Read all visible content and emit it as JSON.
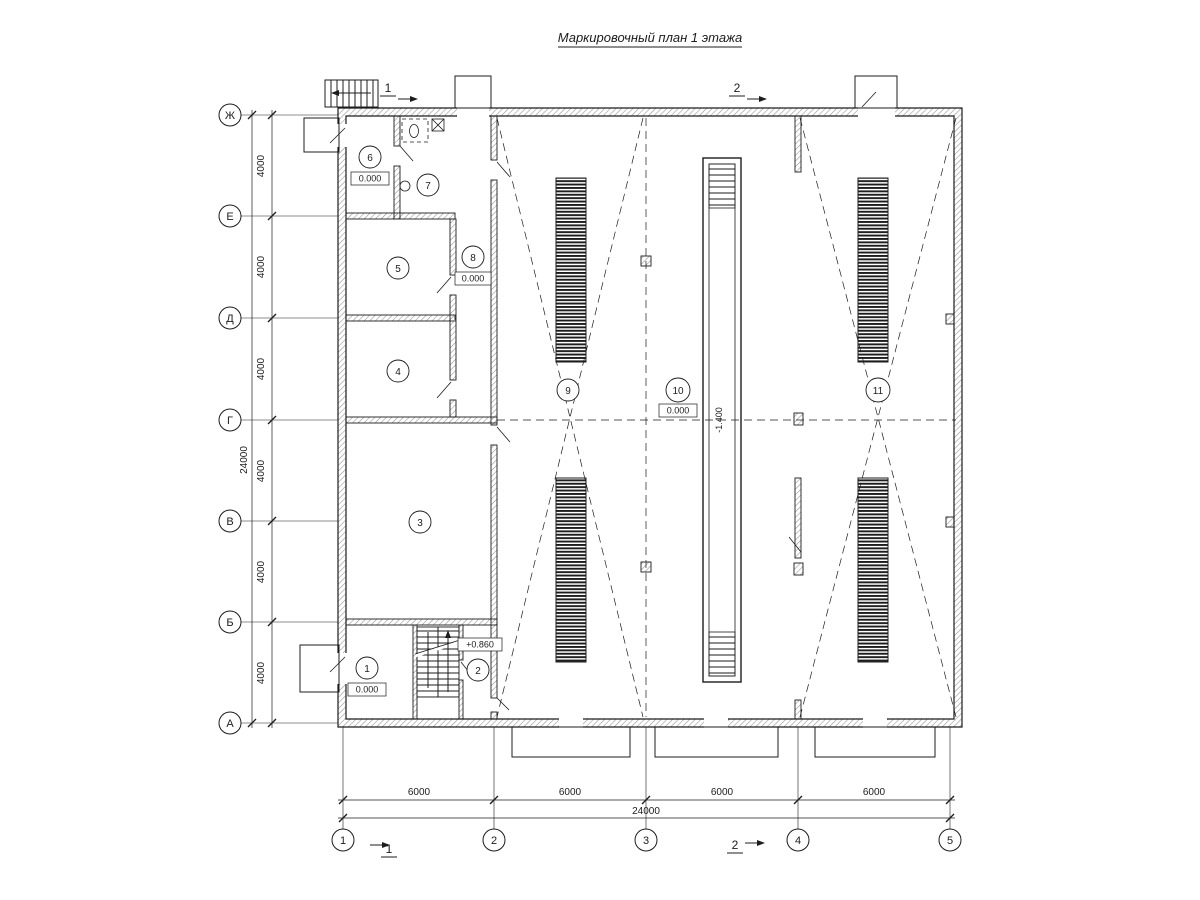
{
  "title": "Маркировочный план 1 этажа",
  "axis_rows": [
    "Ж",
    "Е",
    "Д",
    "Г",
    "В",
    "Б",
    "А"
  ],
  "axis_cols": [
    "1",
    "2",
    "3",
    "4",
    "5"
  ],
  "dim_left": [
    "4000",
    "4000",
    "4000",
    "4000",
    "4000",
    "4000"
  ],
  "dim_left_total": "24000",
  "dim_bottom": [
    "6000",
    "6000",
    "6000",
    "6000"
  ],
  "dim_bottom_total": "24000",
  "rooms": [
    "1",
    "2",
    "3",
    "4",
    "5",
    "6",
    "7",
    "8",
    "9",
    "10",
    "11"
  ],
  "elevations": {
    "room1": "0.000",
    "room6": "0.000",
    "room8": "0.000",
    "room10": "0.000",
    "stair_landing": "+0.860",
    "pit": "-1.400"
  },
  "sections": {
    "s1": "1",
    "s2": "2"
  },
  "colors": {
    "ink": "#1c1c1c",
    "paper": "#ffffff"
  }
}
